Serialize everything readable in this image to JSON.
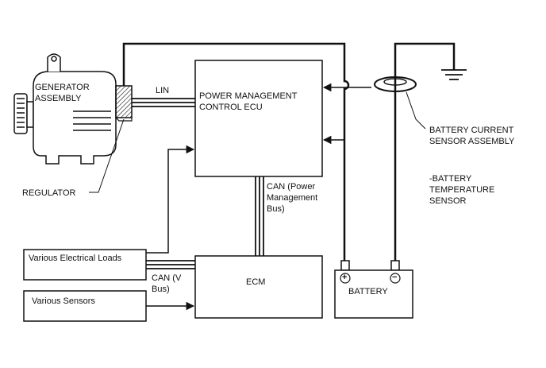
{
  "labels": {
    "generator": [
      "GENERATOR",
      "ASSEMBLY"
    ],
    "lin": "LIN",
    "ecu": [
      "POWER MANAGEMENT",
      "CONTROL ECU"
    ],
    "regulator": "REGULATOR",
    "can_pm": [
      "CAN (Power",
      "Management",
      "Bus)"
    ],
    "battery_current_sensor": [
      "BATTERY CURRENT",
      "SENSOR ASSEMBLY"
    ],
    "battery_temp_sensor": [
      "-BATTERY",
      "TEMPERATURE",
      "SENSOR"
    ],
    "electrical_loads": "Various Electrical Loads",
    "sensors": "Various Sensors",
    "can_v": [
      "CAN (V",
      "Bus)"
    ],
    "ecm": "ECM",
    "battery": "BATTERY",
    "battery_plus": "+",
    "battery_minus": "−"
  },
  "colors": {
    "line": "#111111",
    "fill": "#ffffff",
    "accent": "#000000"
  }
}
